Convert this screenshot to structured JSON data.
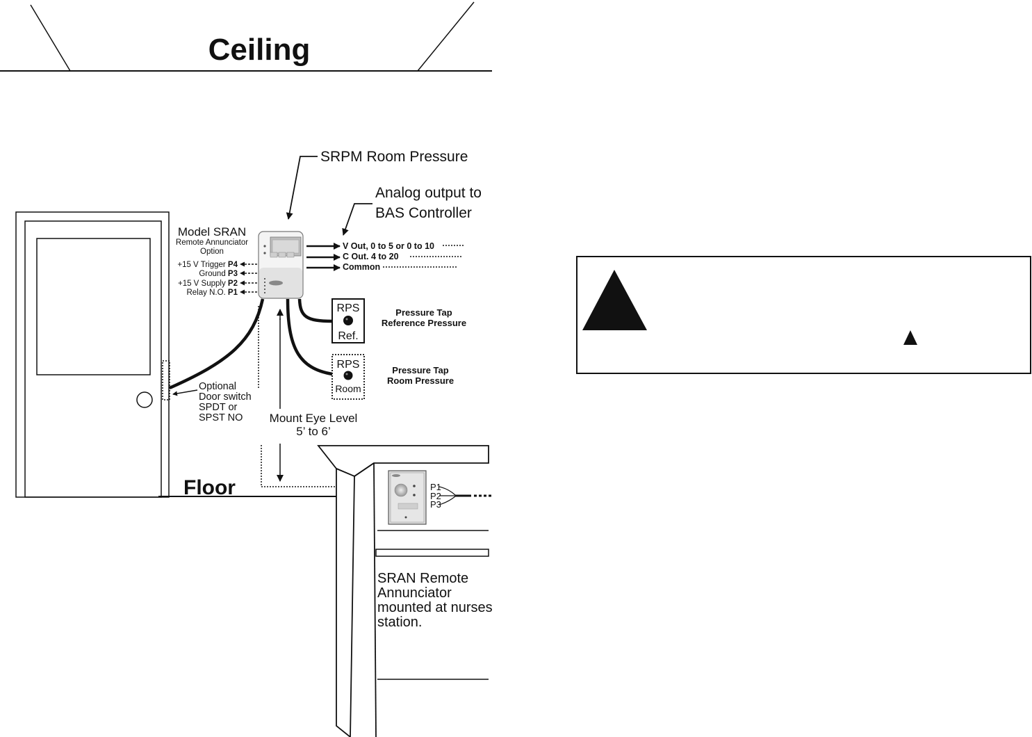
{
  "ceiling_label": "Ceiling",
  "floor_label": "Floor",
  "srpm_label": "SRPM Room Pressure",
  "analog_output": {
    "line1": "Analog output to",
    "line2": "BAS Controller"
  },
  "outputs": {
    "v_out": "V Out, 0 to 5 or 0 to 10",
    "c_out": "C Out. 4 to 20",
    "common": "Common"
  },
  "model_sran": {
    "title": "Model SRAN",
    "line2": "Remote Annunciator",
    "line3": "Option"
  },
  "pins": [
    {
      "label": "+15 V Trigger ",
      "pin": "P4"
    },
    {
      "label": "Ground ",
      "pin": "P3"
    },
    {
      "label": "+15 V Supply ",
      "pin": "P2"
    },
    {
      "label": "Relay N.O. ",
      "pin": "P1"
    }
  ],
  "rps_ref": {
    "top": "RPS",
    "bottom": "Ref."
  },
  "rps_room": {
    "top": "RPS",
    "bottom": "Room"
  },
  "tap_ref": {
    "line1": "Pressure Tap",
    "line2": "Reference Pressure"
  },
  "tap_room": {
    "line1": "Pressure Tap",
    "line2": "Room Pressure"
  },
  "door_switch": {
    "line1": "Optional",
    "line2": "Door switch",
    "line3": "SPDT or",
    "line4": "SPST NO"
  },
  "mount": {
    "line1": "Mount Eye Level",
    "line2": "5’ to 6’"
  },
  "sran_remote": {
    "line1": "SRAN Remote",
    "line2": "Annunciator",
    "line3": "mounted at nurses",
    "line4": "station."
  },
  "annunciator_pins": [
    "P1",
    "P2",
    "P3"
  ]
}
